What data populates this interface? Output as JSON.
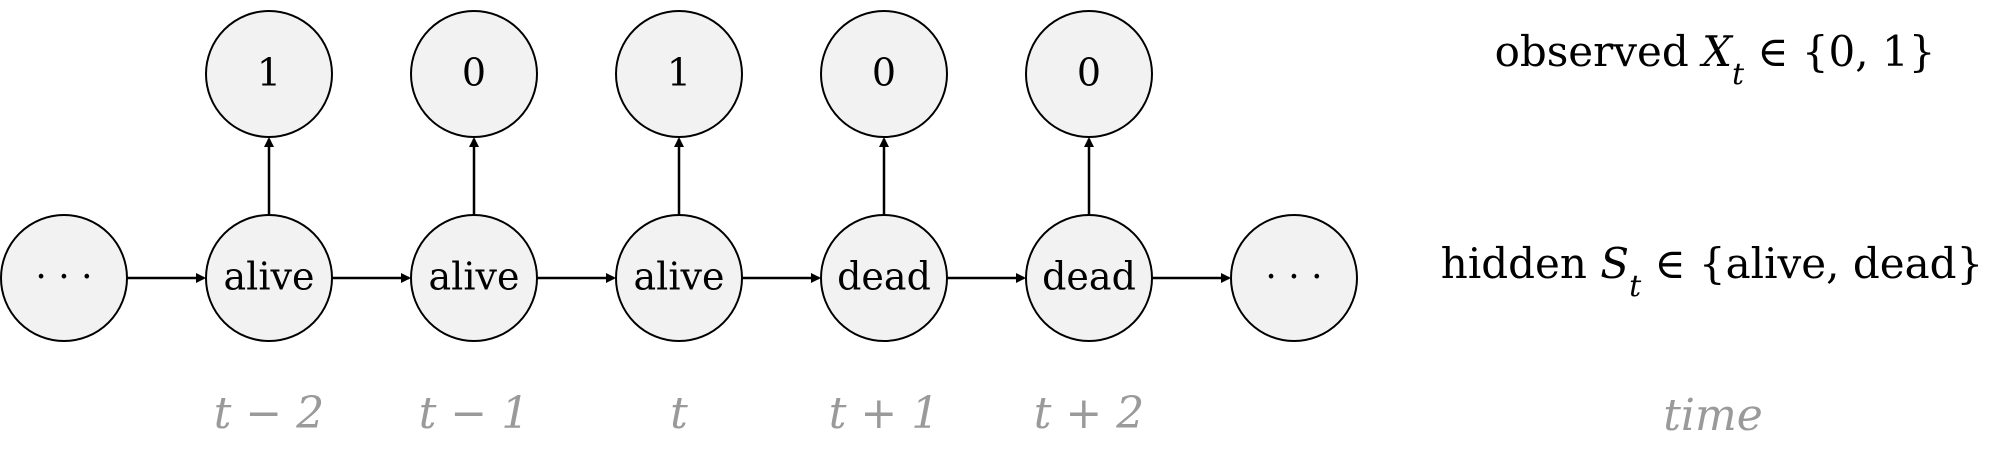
{
  "colors": {
    "node_fill": "#f2f2f2",
    "node_stroke": "#000000",
    "time_label": "#9a9a9a",
    "text": "#000000"
  },
  "hidden_chain": [
    {
      "label": "· · ·"
    },
    {
      "label": "alive"
    },
    {
      "label": "alive"
    },
    {
      "label": "alive"
    },
    {
      "label": "dead"
    },
    {
      "label": "dead"
    },
    {
      "label": "· · ·"
    }
  ],
  "observed": [
    {
      "value": "1"
    },
    {
      "value": "0"
    },
    {
      "value": "1"
    },
    {
      "value": "0"
    },
    {
      "value": "0"
    }
  ],
  "time_labels": [
    {
      "text": "t − 2"
    },
    {
      "text": "t − 1"
    },
    {
      "text": "t"
    },
    {
      "text": "t + 1"
    },
    {
      "text": "t + 2"
    }
  ],
  "legend": {
    "observed": {
      "word": "observed ",
      "var": "X",
      "sub": "t",
      "rest": " ∈ {0, 1}"
    },
    "hidden": {
      "word": "hidden ",
      "var": "S",
      "sub": "t",
      "rest": " ∈ {alive, dead}"
    },
    "time": "time"
  }
}
